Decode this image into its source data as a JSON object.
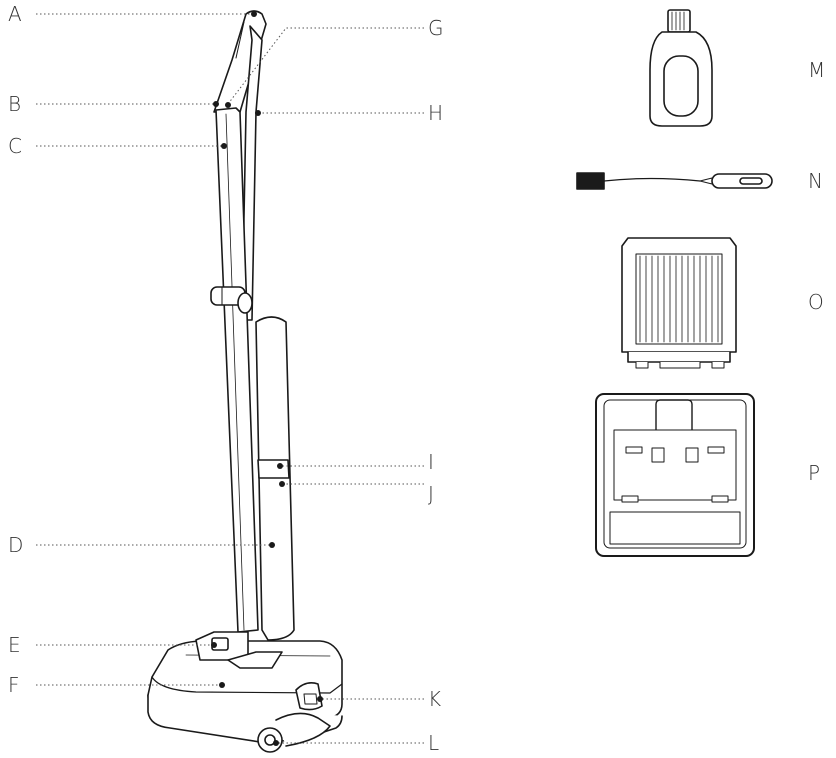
{
  "labels": {
    "A": "A",
    "B": "B",
    "C": "C",
    "D": "D",
    "E": "E",
    "F": "F",
    "G": "G",
    "H": "H",
    "I": "I",
    "J": "J",
    "K": "K",
    "L": "L",
    "M": "M",
    "N": "N",
    "O": "O",
    "P": "P"
  },
  "colors": {
    "line": "#1a1a1a",
    "fill": "#ffffff",
    "leader": "#555555",
    "text": "#333333"
  }
}
